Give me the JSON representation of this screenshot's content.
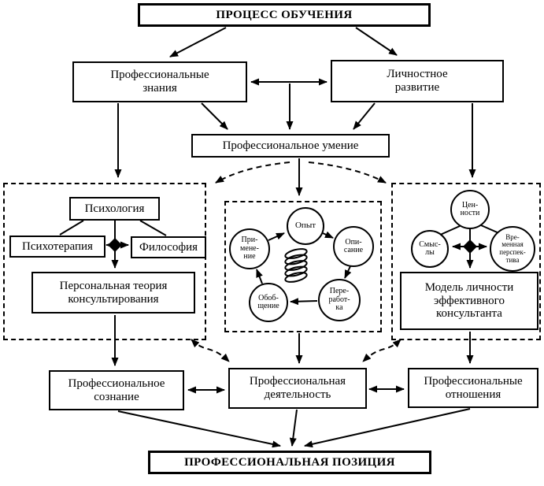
{
  "colors": {
    "ink": "#000000",
    "paper": "#ffffff"
  },
  "nodes": {
    "process": "ПРОЦЕСС ОБУЧЕНИЯ",
    "knowledge": "Профессиональные\nзнания",
    "development": "Личностное\nразвитие",
    "skill": "Профессиональное умение",
    "psychology": "Психология",
    "psychotherapy": "Психотерапия",
    "philosophy": "Философия",
    "theory": "Персональная теория\nконсультирования",
    "experience": "Опыт",
    "description": "Опи-\nсание",
    "processing": "Пере-\nработ-\nка",
    "generalization": "Обоб-\nщение",
    "application": "При-\nмене-\nние",
    "values": "Цен-\nности",
    "meanings": "Смыс-\nлы",
    "time_perspective": "Вре-\nменная\nперспек-\nтива",
    "model": "Модель личности\nэффективного\nконсультанта",
    "consciousness": "Профессиональное\nсознание",
    "activity": "Профессиональная\nдеятельность",
    "relations": "Профессиональные\nотношения",
    "position": "ПРОФЕССИОНАЛЬНАЯ ПОЗИЦИЯ"
  }
}
